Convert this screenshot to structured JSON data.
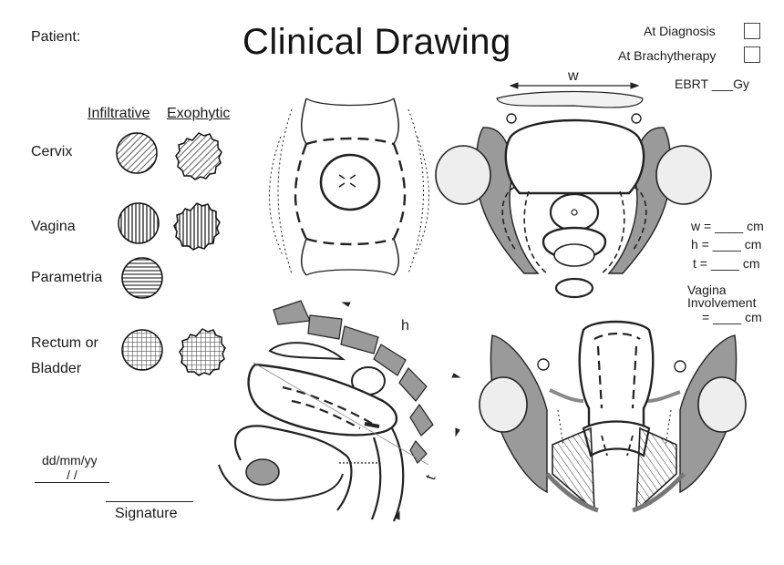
{
  "header": {
    "patient_label": "Patient:",
    "title": "Clinical Drawing",
    "at_diagnosis": "At Diagnosis",
    "at_brachy": "At Brachytherapy",
    "ebrt_label": "EBRT ___Gy"
  },
  "legend": {
    "col_infiltrative": "Infiltrative",
    "col_exophytic": "Exophytic",
    "rows": [
      "Cervix",
      "Vagina",
      "Parametria",
      "Rectum or",
      "Bladder"
    ]
  },
  "measurements": {
    "w": "w = ____ cm",
    "h": "h = ____ cm",
    "t": "t = ____ cm",
    "vagina_1": "Vagina",
    "vagina_2": "Involvement",
    "vagina_3": "= ____ cm"
  },
  "diagram_labels": {
    "w": "w",
    "h": "h",
    "t": "t"
  },
  "footer": {
    "date_label": "dd/mm/yy",
    "date_slashes": "/      /",
    "signature_label": "Signature"
  }
}
